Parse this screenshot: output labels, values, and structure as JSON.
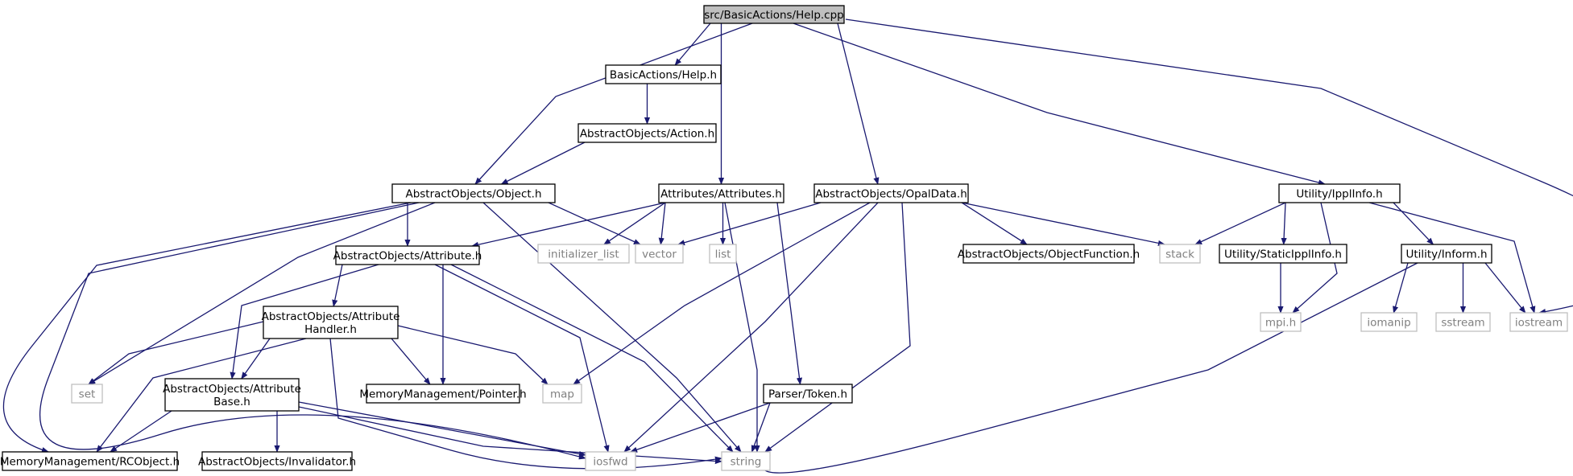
{
  "diagram": {
    "root": "src/BasicActions/Help.cpp",
    "colors": {
      "edge": "#191970",
      "root_fill": "#bfbfbf",
      "node_border": "#000000",
      "external_border": "#bfbfbf",
      "external_text": "#808080",
      "text": "#000000"
    },
    "nodes": [
      {
        "id": "help_cpp",
        "label": "src/BasicActions/Help.cpp",
        "kind": "root"
      },
      {
        "id": "help_h",
        "label": "BasicActions/Help.h",
        "kind": "header"
      },
      {
        "id": "action_h",
        "label": "AbstractObjects/Action.h",
        "kind": "header"
      },
      {
        "id": "object_h",
        "label": "AbstractObjects/Object.h",
        "kind": "header"
      },
      {
        "id": "attributes_h",
        "label": "Attributes/Attributes.h",
        "kind": "header"
      },
      {
        "id": "opaldata_h",
        "label": "AbstractObjects/OpalData.h",
        "kind": "header"
      },
      {
        "id": "ipplinfo_h",
        "label": "Utility/IpplInfo.h",
        "kind": "header"
      },
      {
        "id": "attribute_h",
        "label": "AbstractObjects/Attribute.h",
        "kind": "header"
      },
      {
        "id": "initializer_list",
        "label": "initializer_list",
        "kind": "external"
      },
      {
        "id": "vector",
        "label": "vector",
        "kind": "external"
      },
      {
        "id": "list",
        "label": "list",
        "kind": "external"
      },
      {
        "id": "objectfunction_h",
        "label": "AbstractObjects/ObjectFunction.h",
        "kind": "header"
      },
      {
        "id": "stack",
        "label": "stack",
        "kind": "external"
      },
      {
        "id": "staticipplinfo_h",
        "label": "Utility/StaticIpplInfo.h",
        "kind": "header"
      },
      {
        "id": "inform_h",
        "label": "Utility/Inform.h",
        "kind": "header"
      },
      {
        "id": "attrhandler_h",
        "label": "AbstractObjects/Attribute Handler.h",
        "lines": [
          "AbstractObjects/Attribute",
          "Handler.h"
        ],
        "kind": "header"
      },
      {
        "id": "mpi_h",
        "label": "mpi.h",
        "kind": "external"
      },
      {
        "id": "iomanip",
        "label": "iomanip",
        "kind": "external"
      },
      {
        "id": "sstream",
        "label": "sstream",
        "kind": "external"
      },
      {
        "id": "iostream",
        "label": "iostream",
        "kind": "external"
      },
      {
        "id": "set",
        "label": "set",
        "kind": "external"
      },
      {
        "id": "attrbase_h",
        "label": "AbstractObjects/Attribute Base.h",
        "lines": [
          "AbstractObjects/Attribute",
          "Base.h"
        ],
        "kind": "header"
      },
      {
        "id": "pointer_h",
        "label": "MemoryManagement/Pointer.h",
        "kind": "header"
      },
      {
        "id": "map",
        "label": "map",
        "kind": "external"
      },
      {
        "id": "token_h",
        "label": "Parser/Token.h",
        "kind": "header"
      },
      {
        "id": "rcobject_h",
        "label": "MemoryManagement/RCObject.h",
        "kind": "header"
      },
      {
        "id": "invalidator_h",
        "label": "AbstractObjects/Invalidator.h",
        "kind": "header"
      },
      {
        "id": "iosfwd",
        "label": "iosfwd",
        "kind": "external"
      },
      {
        "id": "string",
        "label": "string",
        "kind": "external"
      }
    ],
    "edges": [
      {
        "from": "help_cpp",
        "to": "help_h"
      },
      {
        "from": "help_cpp",
        "to": "object_h"
      },
      {
        "from": "help_cpp",
        "to": "attributes_h"
      },
      {
        "from": "help_cpp",
        "to": "opaldata_h"
      },
      {
        "from": "help_cpp",
        "to": "ipplinfo_h"
      },
      {
        "from": "help_cpp",
        "to": "iostream"
      },
      {
        "from": "help_h",
        "to": "action_h"
      },
      {
        "from": "action_h",
        "to": "object_h"
      },
      {
        "from": "object_h",
        "to": "attribute_h"
      },
      {
        "from": "object_h",
        "to": "vector"
      },
      {
        "from": "object_h",
        "to": "set"
      },
      {
        "from": "object_h",
        "to": "string"
      },
      {
        "from": "object_h",
        "to": "iosfwd"
      },
      {
        "from": "object_h",
        "to": "rcobject_h"
      },
      {
        "from": "attributes_h",
        "to": "attribute_h"
      },
      {
        "from": "attributes_h",
        "to": "initializer_list"
      },
      {
        "from": "attributes_h",
        "to": "vector"
      },
      {
        "from": "attributes_h",
        "to": "list"
      },
      {
        "from": "attributes_h",
        "to": "token_h"
      },
      {
        "from": "attributes_h",
        "to": "string"
      },
      {
        "from": "opaldata_h",
        "to": "vector"
      },
      {
        "from": "opaldata_h",
        "to": "objectfunction_h"
      },
      {
        "from": "opaldata_h",
        "to": "stack"
      },
      {
        "from": "opaldata_h",
        "to": "map"
      },
      {
        "from": "opaldata_h",
        "to": "iosfwd"
      },
      {
        "from": "opaldata_h",
        "to": "string"
      },
      {
        "from": "ipplinfo_h",
        "to": "stack"
      },
      {
        "from": "ipplinfo_h",
        "to": "staticipplinfo_h"
      },
      {
        "from": "ipplinfo_h",
        "to": "mpi_h"
      },
      {
        "from": "ipplinfo_h",
        "to": "inform_h"
      },
      {
        "from": "ipplinfo_h",
        "to": "iostream"
      },
      {
        "from": "staticipplinfo_h",
        "to": "mpi_h"
      },
      {
        "from": "inform_h",
        "to": "iomanip"
      },
      {
        "from": "inform_h",
        "to": "sstream"
      },
      {
        "from": "inform_h",
        "to": "iostream"
      },
      {
        "from": "inform_h",
        "to": "string"
      },
      {
        "from": "attribute_h",
        "to": "attrhandler_h"
      },
      {
        "from": "attribute_h",
        "to": "attrbase_h"
      },
      {
        "from": "attribute_h",
        "to": "pointer_h"
      },
      {
        "from": "attribute_h",
        "to": "iosfwd"
      },
      {
        "from": "attribute_h",
        "to": "string"
      },
      {
        "from": "attrhandler_h",
        "to": "set"
      },
      {
        "from": "attrhandler_h",
        "to": "attrbase_h"
      },
      {
        "from": "attrhandler_h",
        "to": "pointer_h"
      },
      {
        "from": "attrhandler_h",
        "to": "map"
      },
      {
        "from": "attrhandler_h",
        "to": "rcobject_h"
      },
      {
        "from": "attrhandler_h",
        "to": "string"
      },
      {
        "from": "attrbase_h",
        "to": "rcobject_h"
      },
      {
        "from": "attrbase_h",
        "to": "invalidator_h"
      },
      {
        "from": "attrbase_h",
        "to": "iosfwd"
      },
      {
        "from": "attrbase_h",
        "to": "string"
      },
      {
        "from": "token_h",
        "to": "iosfwd"
      },
      {
        "from": "token_h",
        "to": "string"
      }
    ]
  }
}
